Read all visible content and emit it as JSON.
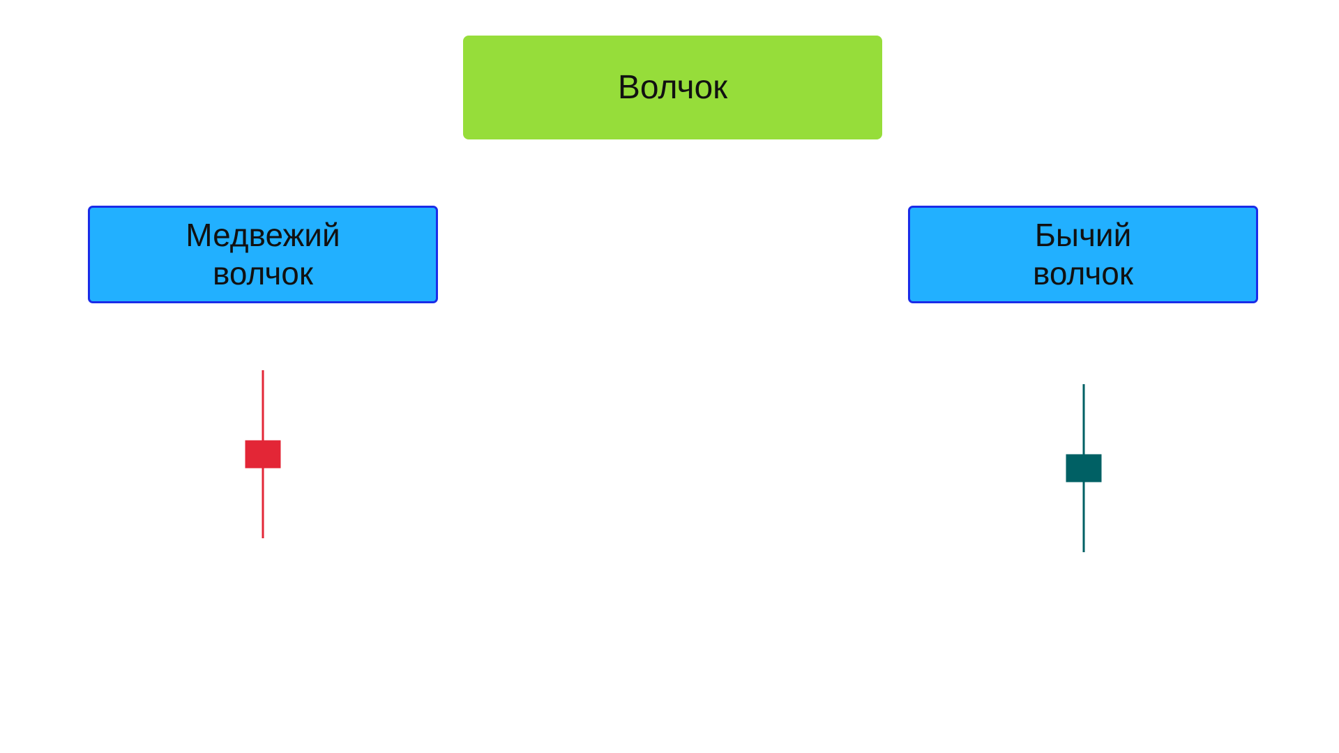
{
  "title": {
    "label": "Волчок",
    "color": "#96dd3a"
  },
  "categories": [
    {
      "label": "Медвежий\nволчок",
      "fill": "#22b0ff",
      "border": "#1a2ce8",
      "candle": {
        "type": "bearish",
        "color": "#e32636"
      }
    },
    {
      "label": "Бычий\nволчок",
      "fill": "#22b0ff",
      "border": "#1a2ce8",
      "candle": {
        "type": "bullish",
        "color": "#006064"
      }
    }
  ]
}
